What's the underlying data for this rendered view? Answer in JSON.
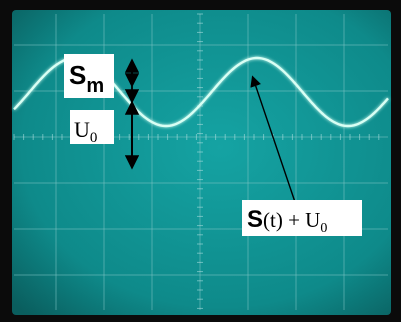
{
  "colors": {
    "screen": "#0e8a8a",
    "screen_dark": "#0a5e5e",
    "bezel": "#0b0b0b",
    "grid": "#7fc4c4",
    "trace": "#d8fff4",
    "annotation": "#000000",
    "label_bg": "#ffffff"
  },
  "labels": {
    "amplitude_main": "S",
    "amplitude_sub": "m",
    "offset_main": "U",
    "offset_sub": "0",
    "signal_bold": "S",
    "signal_rest": "(t) + U",
    "signal_sub": "0"
  },
  "icons": {
    "amplitude_arrow": "double-headed-arrow",
    "offset_arrow": "double-headed-arrow",
    "pointer_arrow": "arrow"
  }
}
